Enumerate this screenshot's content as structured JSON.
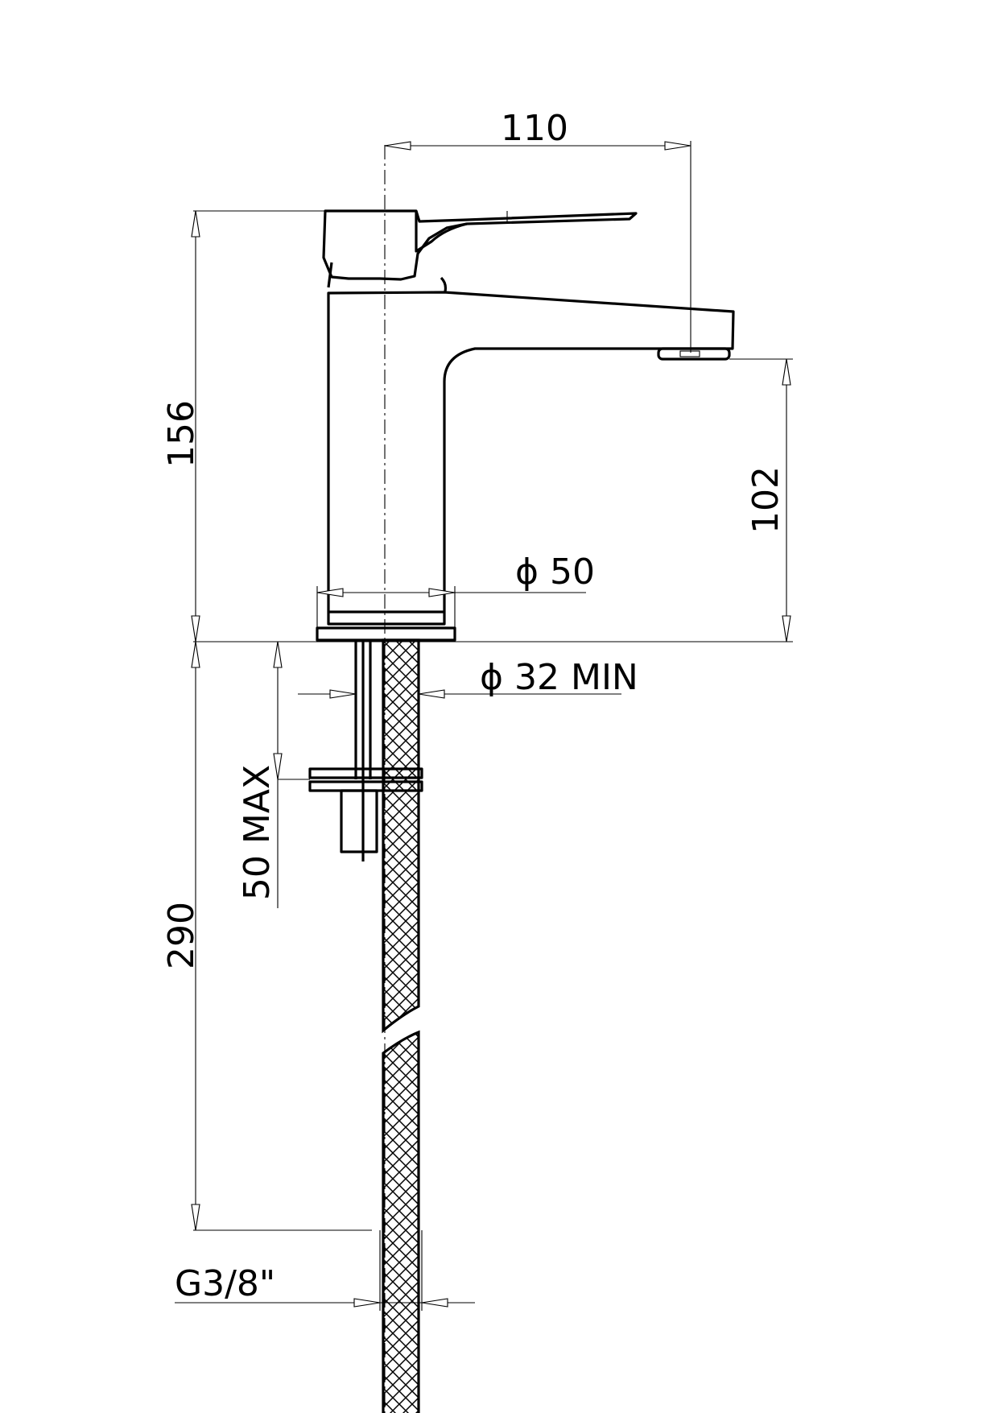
{
  "drawing": {
    "dimensions": {
      "spout_reach": "110",
      "total_height": "156",
      "spout_height": "102",
      "body_diameter": "ϕ 50",
      "hole_diameter": "ϕ 32  MIN",
      "max_thickness": "50 MAX",
      "hose_length": "290",
      "connection_thread": "G3/8\""
    }
  }
}
